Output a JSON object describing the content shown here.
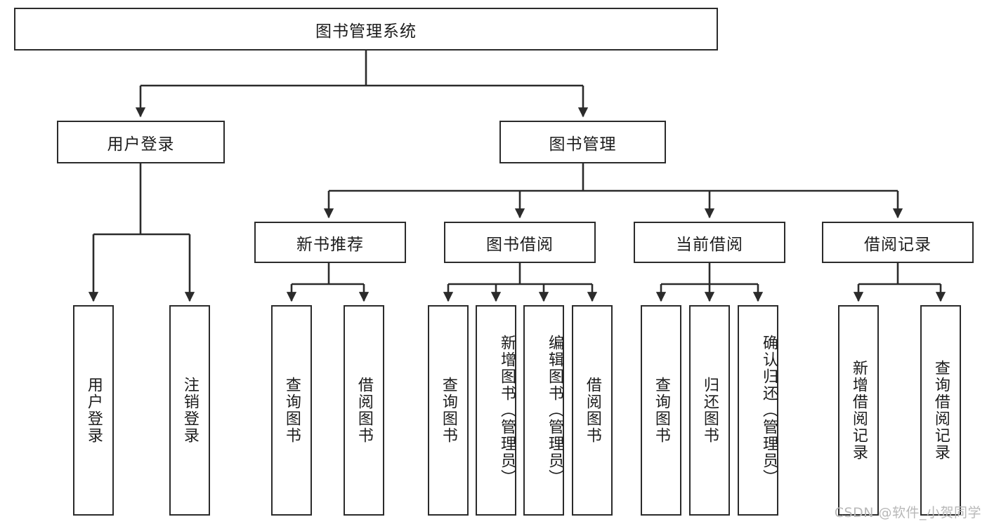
{
  "diagram": {
    "type": "hierarchy-tree",
    "title": "图书管理系统",
    "root": {
      "label": "图书管理系统"
    },
    "level2": [
      {
        "label": "用户登录"
      },
      {
        "label": "图书管理"
      }
    ],
    "level3": [
      {
        "label": "新书推荐"
      },
      {
        "label": "图书借阅"
      },
      {
        "label": "当前借阅"
      },
      {
        "label": "借阅记录"
      }
    ],
    "leaves": {
      "user_login": [
        {
          "label": "用户登录"
        },
        {
          "label": "注销登录"
        }
      ],
      "new_book_recommend": [
        {
          "label": "查询图书"
        },
        {
          "label": "借阅图书"
        }
      ],
      "book_borrow": [
        {
          "label": "查询图书"
        },
        {
          "label": "新增图书（管理员）"
        },
        {
          "label": "编辑图书（管理员）"
        },
        {
          "label": "借阅图书"
        }
      ],
      "current_borrow": [
        {
          "label": "查询图书"
        },
        {
          "label": "归还图书"
        },
        {
          "label": "确认归还（管理员）"
        }
      ],
      "borrow_record": [
        {
          "label": "新增借阅记录"
        },
        {
          "label": "查询借阅记录"
        }
      ]
    }
  },
  "watermark": {
    "text": "CSDN @软件_小贺同学"
  },
  "colors": {
    "border": "#2b2b2b",
    "background": "#ffffff",
    "text": "#1c1c1c",
    "watermark": "#b8b8b8"
  }
}
